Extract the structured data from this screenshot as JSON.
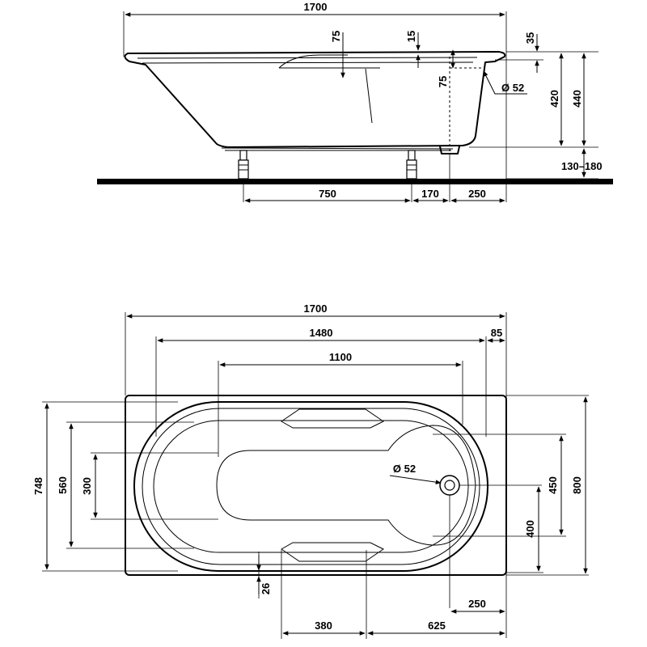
{
  "side_view": {
    "dims": {
      "total_length": "1700",
      "rim_depth": "75",
      "rim_thickness": "15",
      "top_offset": "35",
      "overflow_drop": "75",
      "overflow_diameter": "Ø 52",
      "inner_height": "420",
      "total_height": "440",
      "leg_height_range": "130–180",
      "leg_spacing": "750",
      "leg_to_drain": "170",
      "drain_to_end": "250"
    }
  },
  "top_view": {
    "dims": {
      "total_length": "1700",
      "inner_length": "1480",
      "end_offset": "85",
      "bottom_length": "1100",
      "inner_width": "748",
      "inner_width_2": "560",
      "bottom_width": "300",
      "drain_diameter": "Ø 52",
      "end_width": "450",
      "total_width": "800",
      "drain_offset_width": "400",
      "rim_offset": "26",
      "drain_offset_length": "250",
      "armrest_length": "380",
      "armrest_to_end": "625"
    }
  }
}
